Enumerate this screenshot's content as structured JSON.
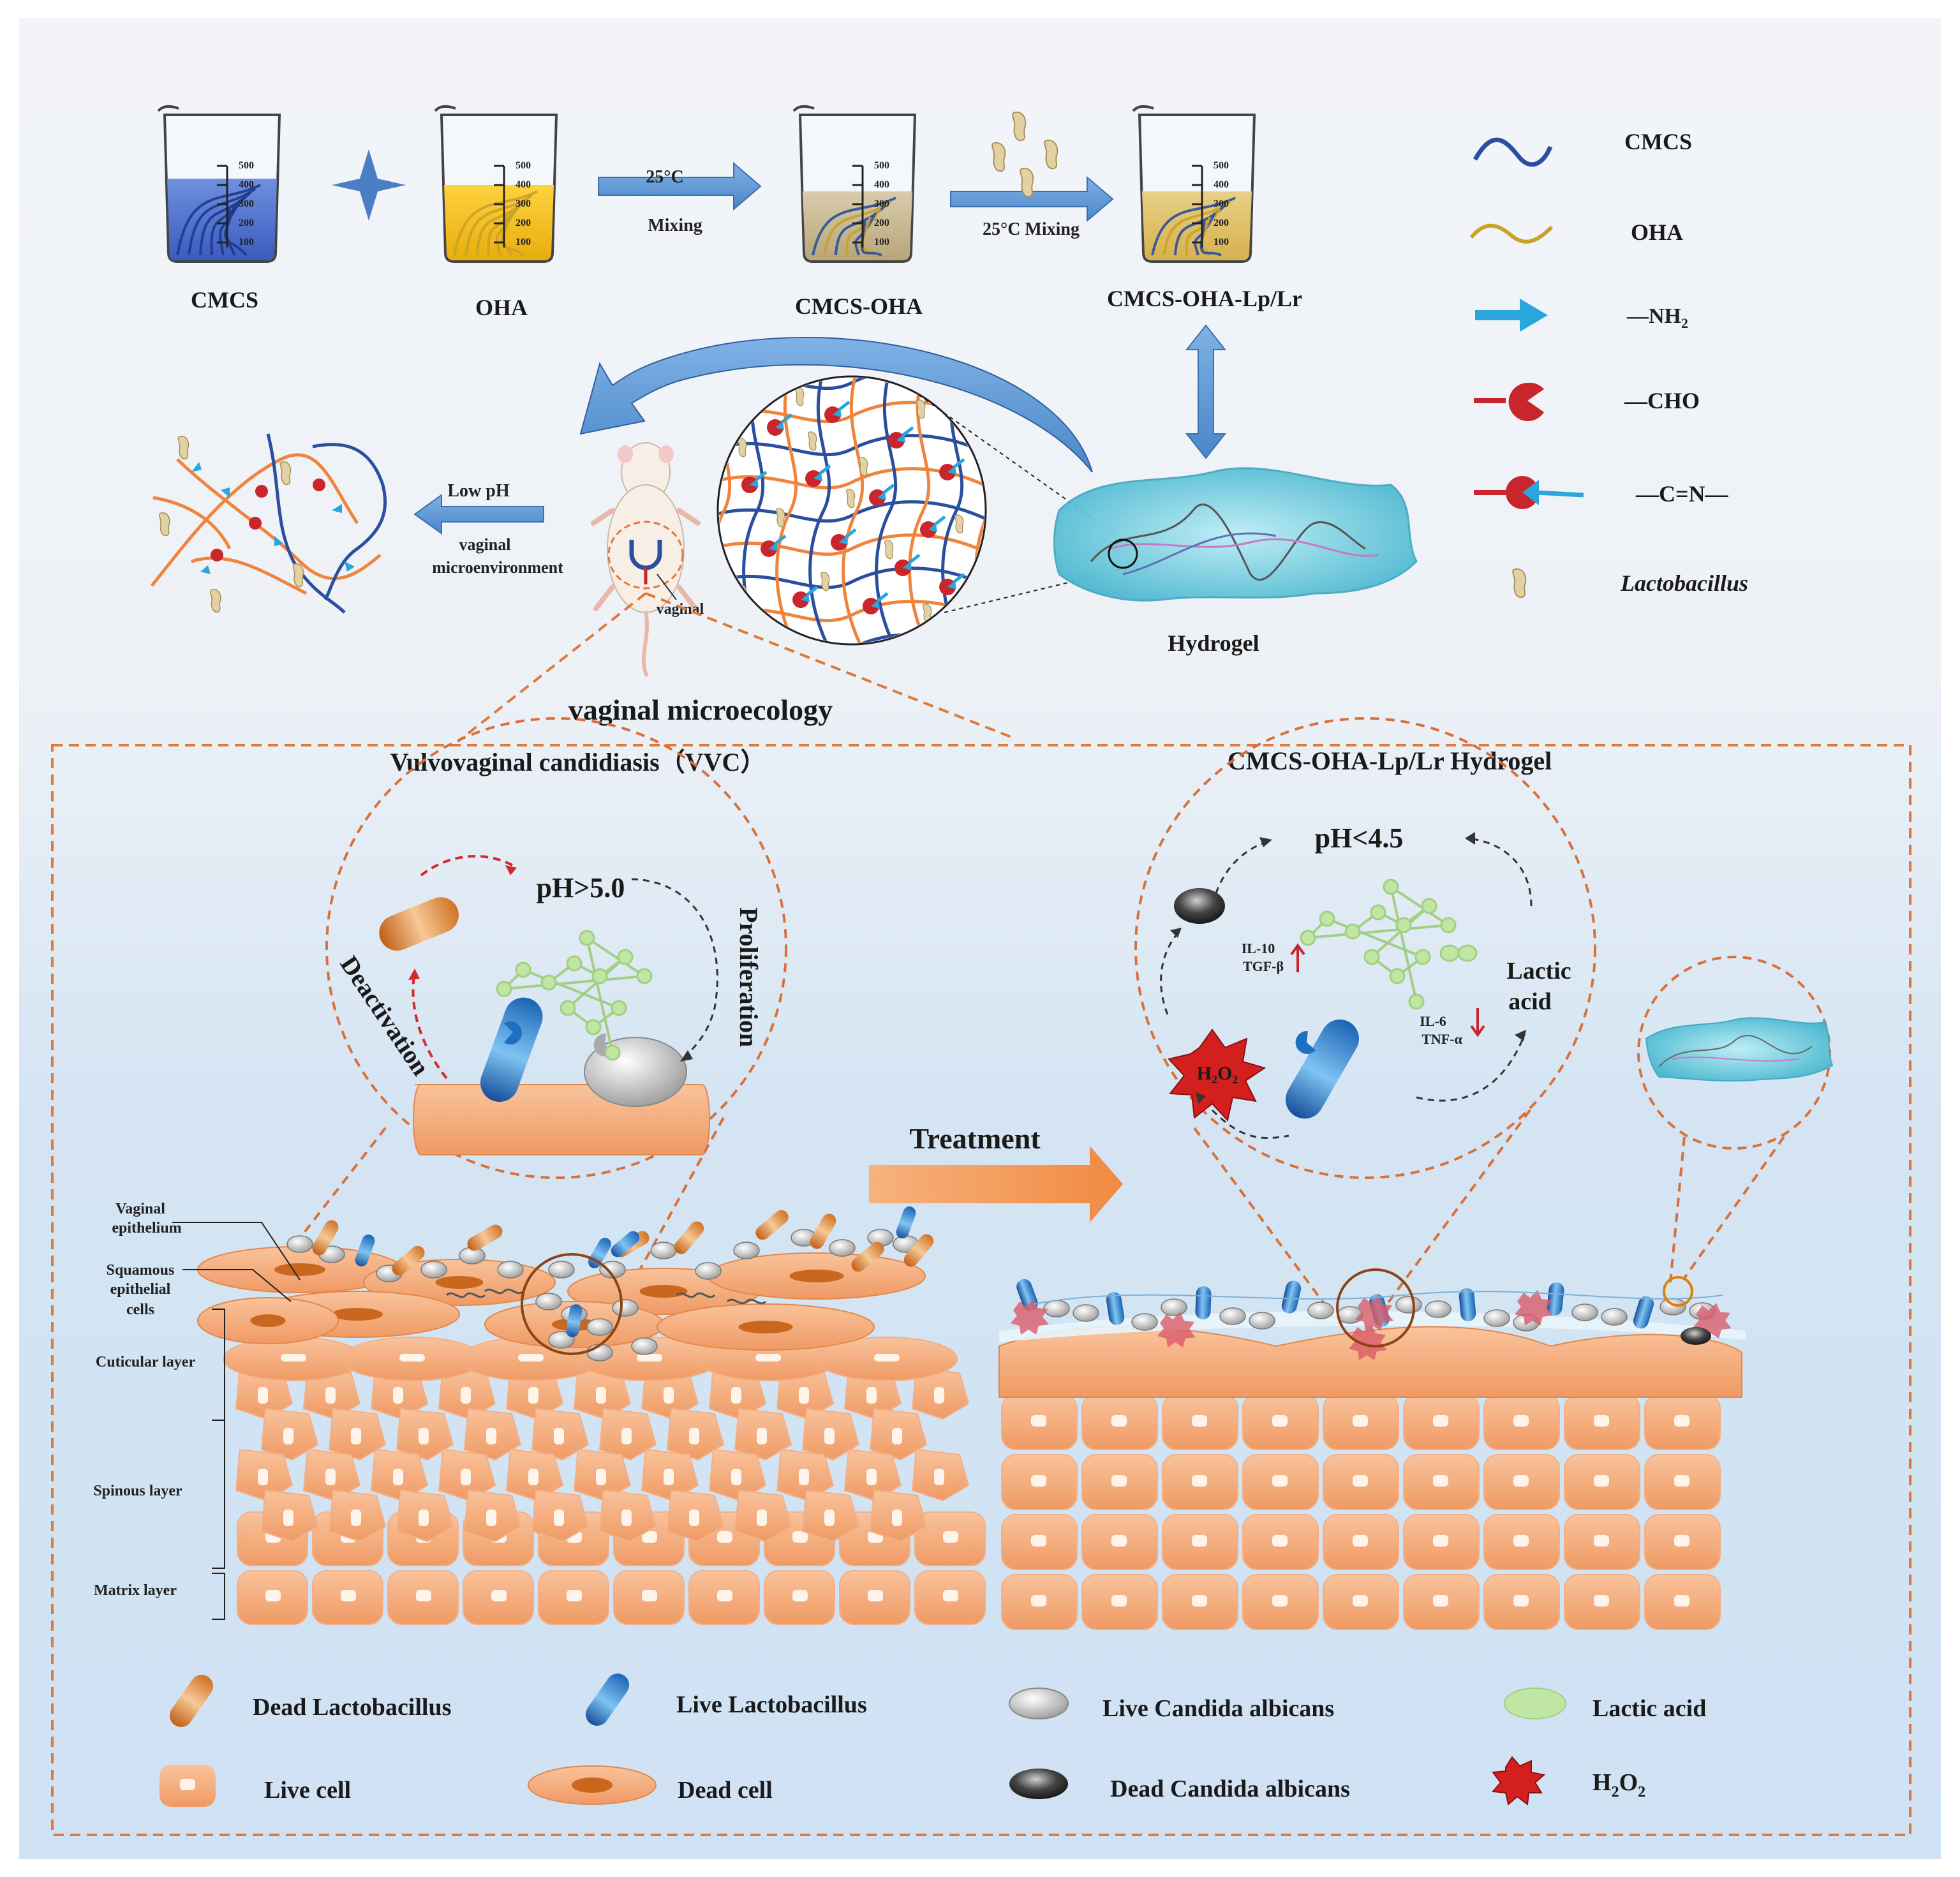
{
  "synthesis": {
    "cmcs_label": "CMCS",
    "oha_label": "OHA",
    "mix_temp": "25°C",
    "mix_word": "Mixing",
    "cmcs_oha_label": "CMCS-OHA",
    "mix2_text": "25°C  Mixing",
    "final_label": "CMCS-OHA-Lp/Lr",
    "beaker_ticks": [
      "500",
      "400",
      "300",
      "200",
      "100"
    ]
  },
  "legend_top": {
    "cmcs": "CMCS",
    "oha": "OHA",
    "nh2": "—NH",
    "nh2_sub": "2",
    "cho": "—CHO",
    "cn": "—C=N—",
    "lacto": "Lactobacillus"
  },
  "middle": {
    "low_ph": "Low pH",
    "env_line1": "vaginal",
    "env_line2": "microenvironment",
    "vaginal": "vaginal",
    "hydrogel": "Hydrogel",
    "microecology": "vaginal microecology"
  },
  "left_panel": {
    "title": "Vulvovaginal candidiasis（VVC）",
    "ph": "pH>5.0",
    "deactivation": "Deactivation",
    "proliferation": "Proliferation",
    "layers": {
      "epith1": "Vaginal",
      "epith2": "epithelium",
      "squam1": "Squamous",
      "squam2": "epithelial",
      "squam3": "cells",
      "cuticular": "Cuticular layer",
      "spinous": "Spinous layer",
      "matrix": "Matrix layer"
    }
  },
  "treatment": "Treatment",
  "right_panel": {
    "title": "CMCS-OHA-Lp/Lr Hydrogel",
    "ph": "pH<4.5",
    "il10": "IL-10",
    "tgf": "TGF-β",
    "il6": "IL-6",
    "tnf": "TNF-α",
    "lactic1": "Lactic",
    "lactic2": "acid",
    "h2o2_badge": "H₂O₂"
  },
  "legend_bottom": {
    "dead_lacto": "Dead Lactobacillus",
    "live_lacto": "Live Lactobacillus",
    "live_candida": "Live Candida albicans",
    "lactic": "Lactic acid",
    "live_cell": "Live cell",
    "dead_cell": "Dead cell",
    "dead_candida": "Dead Candida albicans",
    "h2o2": "H",
    "h2o2_sub1": "2",
    "h2o2_mid": "O",
    "h2o2_sub2": "2"
  },
  "colors": {
    "cmcs_line": "#2b4f9e",
    "oha_line": "#c9a227",
    "nh2": "#2aa6dc",
    "cho": "#c9252c",
    "orange": "#f0a06a",
    "dashed_border": "#e0783a",
    "live_lacto": "#1f6fc0",
    "dead_lacto": "#d77a2a",
    "lactic": "#b9e29a",
    "hydrogel": "#7fd0e0"
  },
  "icons": [
    "beaker-icon",
    "star-icon",
    "arrow-icon",
    "mouse-icon",
    "hydrogel-icon",
    "network-icon",
    "bacteria-icon",
    "candida-icon",
    "h2o2-icon",
    "cell-icon"
  ]
}
